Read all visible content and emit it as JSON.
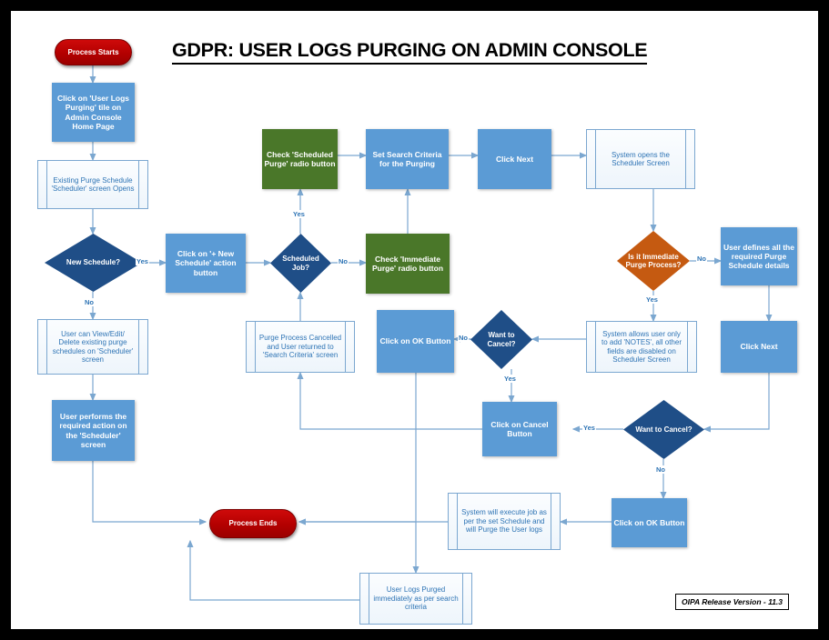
{
  "title": "GDPR: USER LOGS PURGING ON ADMIN CONSOLE",
  "version_badge": "OIPA Release Version - 11.3",
  "colors": {
    "process_blue": "#5b9bd5",
    "process_green": "#4a7729",
    "decision_blue": "#1f4e87",
    "decision_orange": "#c55a11",
    "terminator_red": "#b30000",
    "connector": "#7ba7d0",
    "predefined_text": "#2e74b5",
    "border_black": "#000000"
  },
  "nodes": {
    "process_starts": {
      "label": "Process Starts",
      "type": "terminator"
    },
    "click_tile": {
      "label": "Click on 'User Logs Purging' tile on Admin Console Home Page",
      "type": "process-blue"
    },
    "existing_schedule": {
      "label": "Existing Purge Schedule 'Scheduler' screen Opens",
      "type": "predefined"
    },
    "new_schedule_q": {
      "label": "New Schedule?",
      "type": "decision-blue"
    },
    "view_edit_delete": {
      "label": "User can View/Edit/ Delete existing purge schedules on 'Scheduler' screen",
      "type": "predefined"
    },
    "user_performs": {
      "label": "User performs the required action on the 'Scheduler' screen",
      "type": "process-blue"
    },
    "click_new_schedule": {
      "label": "Click on '+ New Schedule' action button",
      "type": "process-blue"
    },
    "scheduled_job_q": {
      "label": "Scheduled Job?",
      "type": "decision-blue"
    },
    "check_scheduled_purge": {
      "label": "Check 'Scheduled Purge' radio button",
      "type": "process-green"
    },
    "check_immediate_purge": {
      "label": "Check 'Immediate Purge' radio button",
      "type": "process-green"
    },
    "set_search_criteria": {
      "label": "Set Search Criteria for the Purging",
      "type": "process-blue"
    },
    "click_next_top": {
      "label": "Click Next",
      "type": "process-blue"
    },
    "system_opens_scheduler": {
      "label": "System opens the Scheduler Screen",
      "type": "predefined"
    },
    "is_immediate_q": {
      "label": "Is it Immediate Purge Process?",
      "type": "decision-orange"
    },
    "user_defines": {
      "label": "User defines all the required Purge Schedule details",
      "type": "process-blue"
    },
    "click_next_right": {
      "label": "Click Next",
      "type": "process-blue"
    },
    "system_allows_notes": {
      "label": "System allows user only to add 'NOTES', all other fields are disabled on Scheduler Screen",
      "type": "predefined"
    },
    "want_to_cancel_mid": {
      "label": "Want to Cancel?",
      "type": "decision-blue"
    },
    "click_ok_mid": {
      "label": "Click on OK Button",
      "type": "process-blue"
    },
    "purge_cancelled": {
      "label": "Purge Process Cancelled and User returned to 'Search Criteria' screen",
      "type": "predefined"
    },
    "click_cancel": {
      "label": "Click on Cancel Button",
      "type": "process-blue"
    },
    "want_to_cancel_bottom": {
      "label": "Want to Cancel?",
      "type": "decision-blue"
    },
    "click_ok_bottom": {
      "label": "Click on OK Button",
      "type": "process-blue"
    },
    "system_execute_job": {
      "label": "System will execute job as per the set Schedule and will Purge the User logs",
      "type": "predefined"
    },
    "user_logs_purged": {
      "label": "User Logs Purged immediately as per search criteria",
      "type": "predefined"
    },
    "process_ends": {
      "label": "Process Ends",
      "type": "terminator"
    }
  },
  "edge_labels": {
    "new_schedule_yes": "Yes",
    "new_schedule_no": "No",
    "scheduled_job_yes": "Yes",
    "scheduled_job_no": "No",
    "is_immediate_no": "No",
    "is_immediate_yes": "Yes",
    "cancel_mid_no": "No",
    "cancel_mid_yes": "Yes",
    "cancel_bottom_yes": "Yes",
    "cancel_bottom_no": "No"
  }
}
